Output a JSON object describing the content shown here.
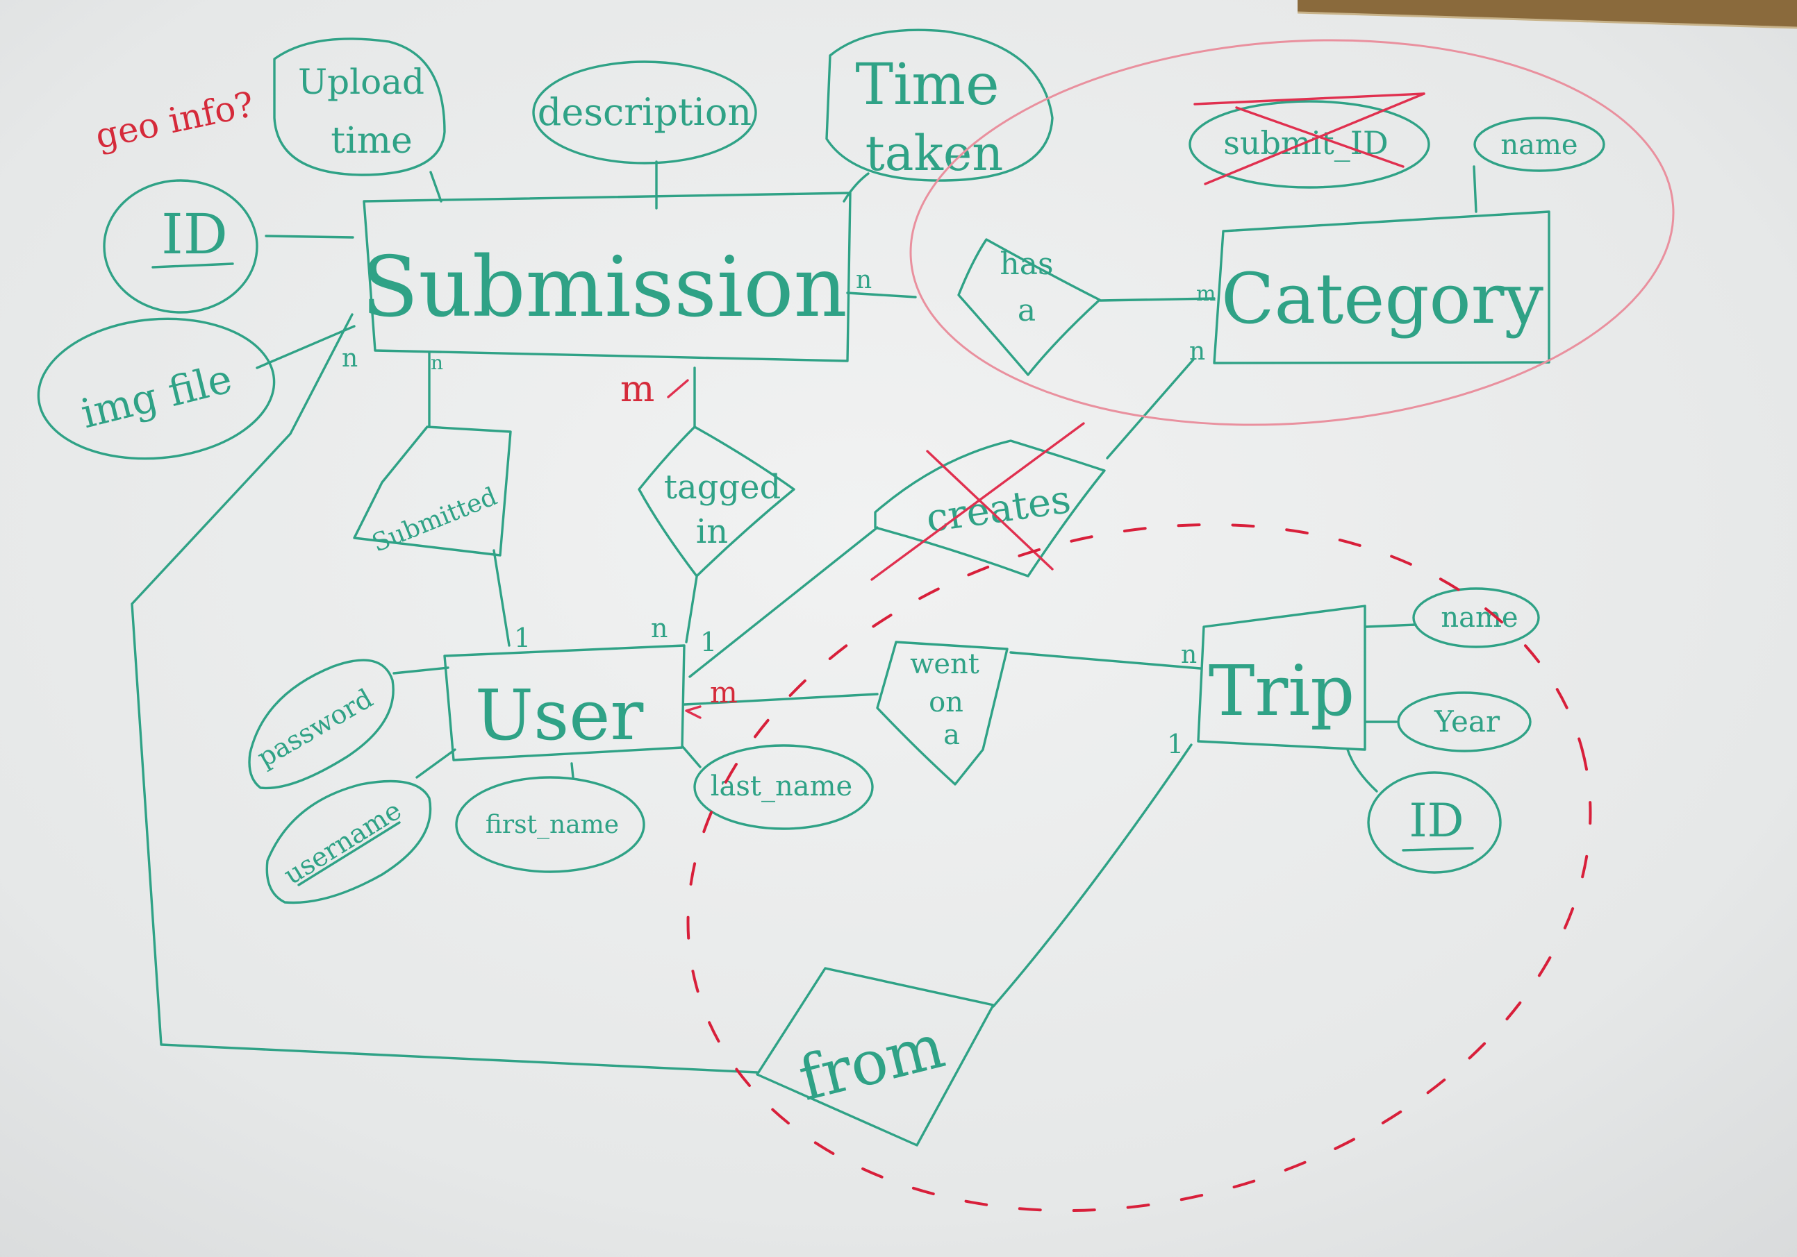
{
  "entities": {
    "submission": "Submission",
    "category": "Category",
    "user": "User",
    "trip": "Trip",
    "from": "from"
  },
  "relationships": {
    "has_a": [
      "has",
      "a"
    ],
    "submitted": "Submitted",
    "tagged_in": [
      "tagged",
      "in"
    ],
    "creates": "creates",
    "went_on_a": [
      "went",
      "on",
      "a"
    ]
  },
  "attributes": {
    "submission": {
      "upload_time": [
        "Upload",
        "time"
      ],
      "description": "description",
      "time_taken": [
        "Time",
        "taken"
      ],
      "id": "ID",
      "img_file": "img file"
    },
    "category": {
      "submit_id": "submit_ID",
      "name": "name"
    },
    "user": {
      "password": "password",
      "username": "username",
      "first_name": "first_name",
      "last_name": "last_name"
    },
    "trip": {
      "name": "name",
      "year": "Year",
      "id": "ID"
    }
  },
  "annotations": {
    "geo_info": "geo info?"
  },
  "cardinalities": {
    "sub_has": "n",
    "cat_has": "m",
    "cat_creates": "n",
    "sub_from": "n",
    "sub_submitted": "n",
    "sub_tagged_red": "m",
    "user_submitted": "1",
    "user_tagged": "n",
    "user_creates": "1",
    "user_went_red": "m",
    "trip_went": "n",
    "trip_from": "1"
  },
  "colors": {
    "ink_green": "#2fa286",
    "ink_red": "#e0304f",
    "ink_pink": "#e9909e",
    "board": "#e9eaea"
  }
}
